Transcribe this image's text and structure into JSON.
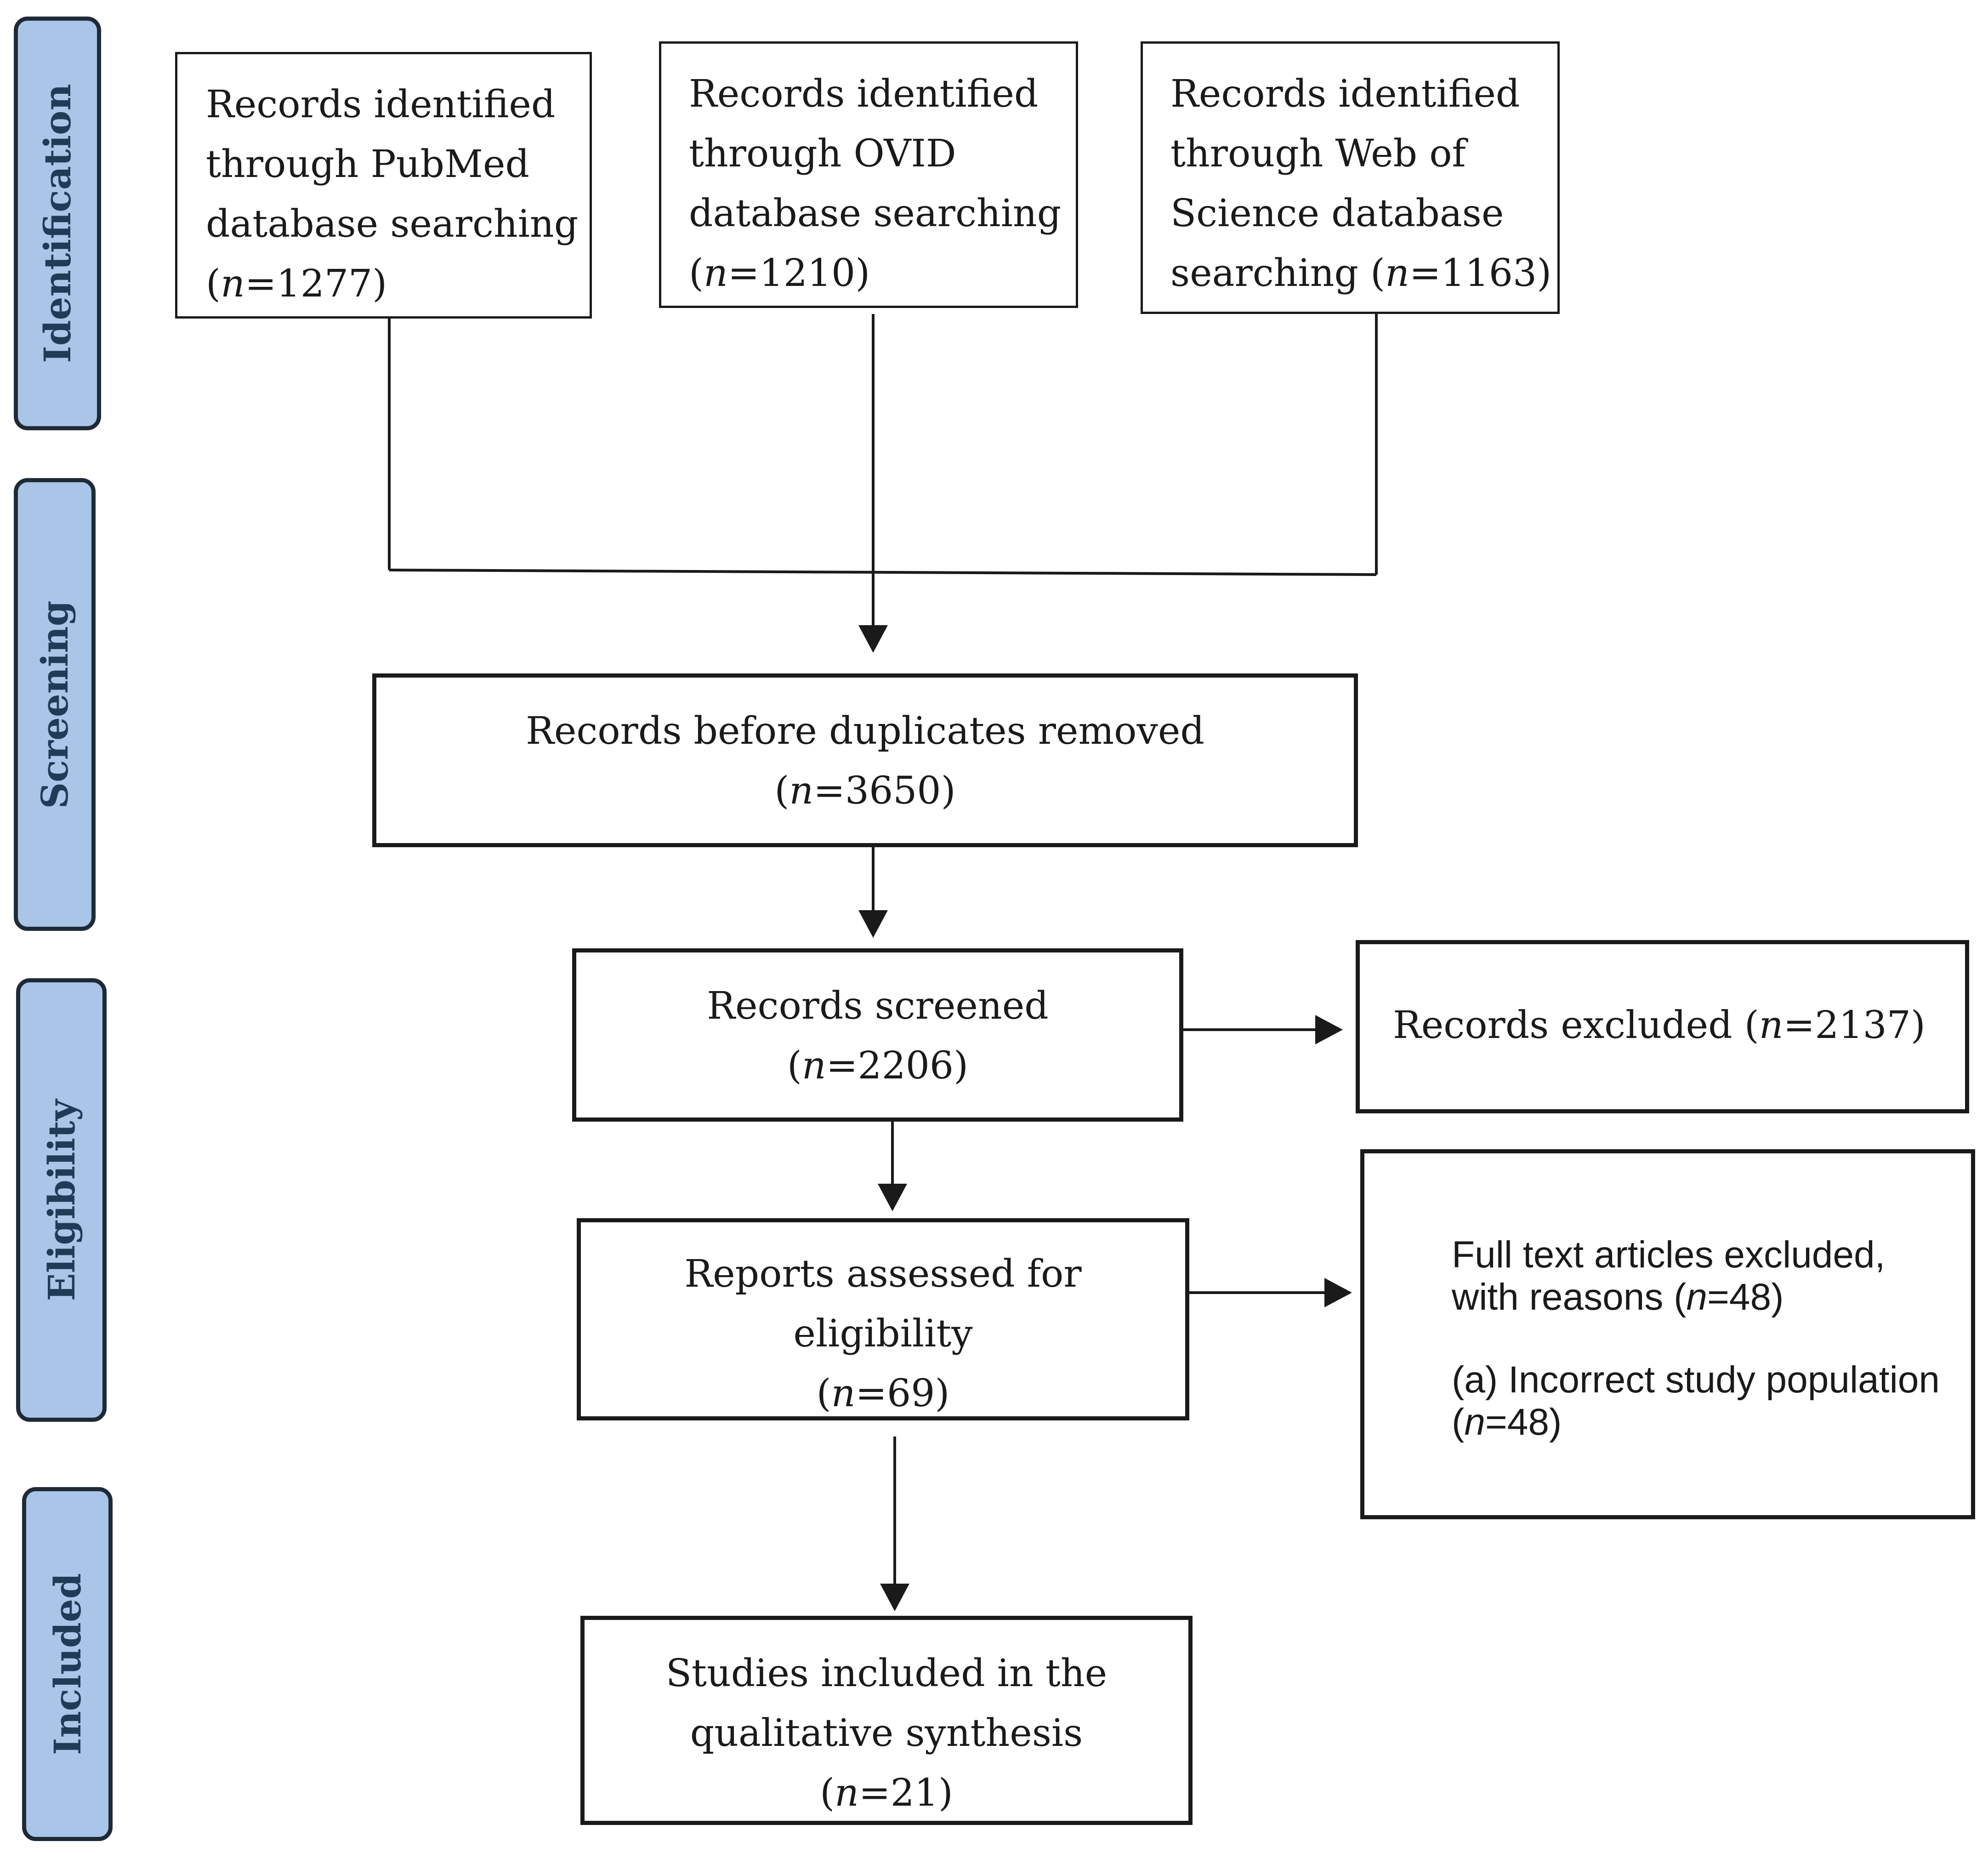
{
  "phases": {
    "identification": "Identification",
    "screening": "Screening",
    "eligibility": "Eligibility",
    "included": "Included"
  },
  "sources": {
    "pubmed": {
      "lines": [
        "Records identified",
        "through PubMed",
        "database searching"
      ],
      "n_prefix": "(",
      "n_var": "n",
      "n_value": "=1277)"
    },
    "ovid": {
      "lines": [
        "Records identified",
        "through OVID",
        "database searching"
      ],
      "n_prefix": "(",
      "n_var": "n",
      "n_value": "=1210)"
    },
    "wos": {
      "lines": [
        "Records identified",
        "through Web of",
        "Science database"
      ],
      "last_line_text": "searching (",
      "n_var": "n",
      "n_value": "=1163)"
    }
  },
  "before_duplicates": {
    "title": "Records before duplicates removed",
    "n_prefix": "(",
    "n_var": "n",
    "n_value": "=3650)"
  },
  "screened": {
    "title": "Records screened",
    "n_prefix": "(",
    "n_var": "n",
    "n_value": "=2206)"
  },
  "excluded": {
    "text": "Records excluded (",
    "n_var": "n",
    "n_value": "=2137)"
  },
  "assessed": {
    "line1": "Reports assessed for",
    "line2": "eligibility",
    "n_prefix": "(",
    "n_var": "n",
    "n_value": "=69)"
  },
  "fulltext_excluded": {
    "line1": "Full text articles excluded,",
    "line2_text": "with reasons (",
    "line2_var": "n",
    "line2_value": "=48)",
    "reason_text": "(a) Incorrect study population",
    "reason_n_prefix": "(",
    "reason_n_var": "n",
    "reason_n_value": "=48)"
  },
  "included": {
    "line1": "Studies included in the",
    "line2": "qualitative synthesis",
    "n_prefix": "(",
    "n_var": "n",
    "n_value": "=21)"
  },
  "colors": {
    "phase_fill": "#a9c5e7",
    "phase_border": "#1f2a36",
    "line": "#1a1a1a"
  }
}
